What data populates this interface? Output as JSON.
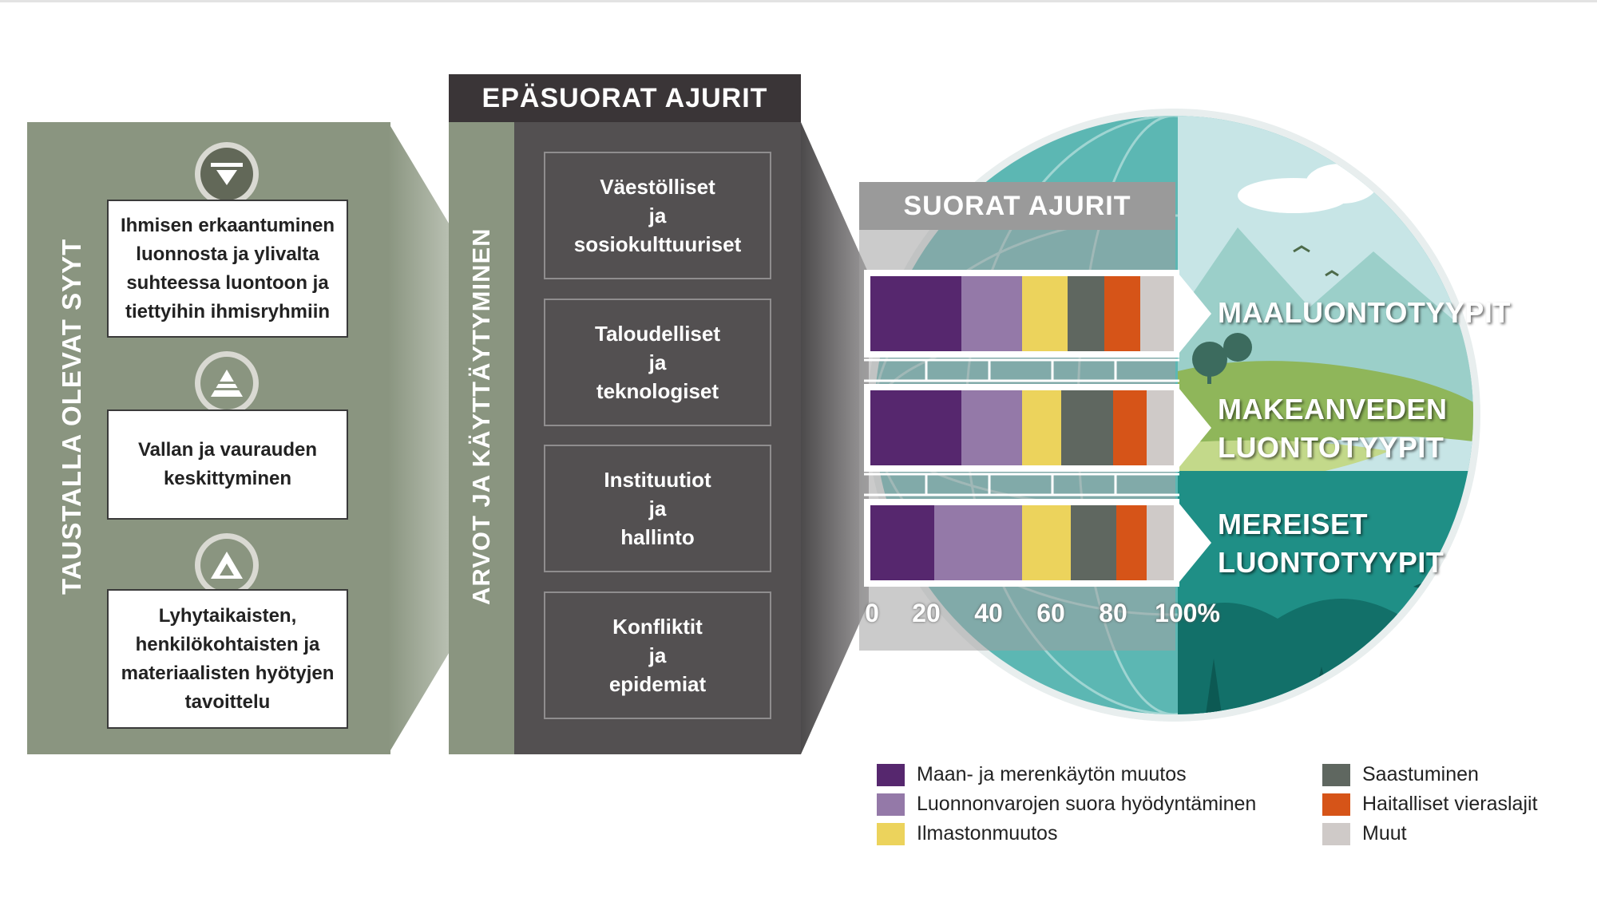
{
  "underlying_causes": {
    "title": "TAUSTALLA OLEVAT SYYT",
    "items": [
      {
        "text": "Ihmisen erkaantuminen luonnosta ja ylivalta suhteessa luontoon ja tiettyihin ihmisryhmiin",
        "icon": "inverted-triangle-icon"
      },
      {
        "text": "Vallan ja vaurauden keskittyminen",
        "icon": "pyramid-icon"
      },
      {
        "text": "Lyhytaikaisten, henkilökohtaisten ja materiaalisten hyötyjen tavoittelu",
        "icon": "tent-triangle-icon"
      }
    ]
  },
  "indirect_drivers": {
    "title": "EPÄSUORAT AJURIT",
    "side_label": "ARVOT JA KÄYTTÄYTYMINEN",
    "items": [
      "Väestölliset\nja\nsosiokulttuuriset",
      "Taloudelliset\nja\nteknologiset",
      "Instituutiot\nja\nhallinto",
      "Konfliktit\nja\nepidemiat"
    ]
  },
  "direct_drivers": {
    "title": "SUORAT AJURIT"
  },
  "ecosystems": [
    "MAALUONTOTYYPIT",
    "MAKEANVEDEN\nLUONTOTYYPIT",
    "MEREISET\nLUONTOTYYPIT"
  ],
  "chart_data": {
    "type": "bar",
    "orientation": "horizontal",
    "stacked": true,
    "categories": [
      "MAALUONTOTYYPIT",
      "MAKEANVEDEN LUONTOTYYPIT",
      "MEREISET LUONTOTYYPIT"
    ],
    "xlim": [
      0,
      100
    ],
    "x_ticks": [
      "0",
      "20",
      "40",
      "60",
      "80",
      "100%"
    ],
    "series": [
      {
        "name": "Maan- ja merenkäytön muutos",
        "color": "#56276e",
        "values": [
          30,
          30,
          21
        ]
      },
      {
        "name": "Luonnonvarojen suora hyödyntäminen",
        "color": "#9479a8",
        "values": [
          20,
          20,
          29
        ]
      },
      {
        "name": "Ilmastonmuutos",
        "color": "#ecd35c",
        "values": [
          15,
          13,
          16
        ]
      },
      {
        "name": "Saastuminen",
        "color": "#5f6760",
        "values": [
          12,
          17,
          15
        ]
      },
      {
        "name": "Haitalliset vieraslajit",
        "color": "#d65418",
        "values": [
          12,
          11,
          10
        ]
      },
      {
        "name": "Muut",
        "color": "#cfcac8",
        "values": [
          11,
          9,
          9
        ]
      }
    ]
  },
  "legend": {
    "items": [
      {
        "label": "Maan- ja merenkäytön muutos",
        "color": "#56276e"
      },
      {
        "label": "Luonnonvarojen suora hyödyntäminen",
        "color": "#9479a8"
      },
      {
        "label": "Ilmastonmuutos",
        "color": "#ecd35c"
      },
      {
        "label": "Saastuminen",
        "color": "#5f6760"
      },
      {
        "label": "Haitalliset vieraslajit",
        "color": "#d65418"
      },
      {
        "label": "Muut",
        "color": "#cfcac8"
      }
    ]
  },
  "colors": {
    "sage": "#8a9580",
    "dark_panel": "#535051",
    "header_dark": "#3a3537",
    "ocean": "#2aa39a",
    "land": "#8fb65a"
  }
}
